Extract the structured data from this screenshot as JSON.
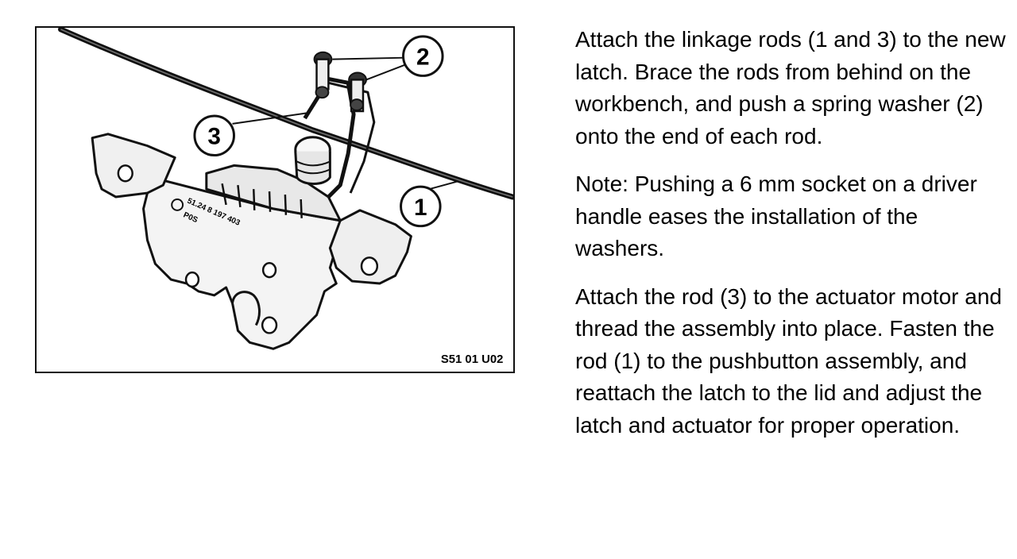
{
  "figure": {
    "callouts": {
      "rod_1": "1",
      "washers_2": "2",
      "rod_3": "3"
    },
    "part_stamp_line1": "51.24 8 197 403",
    "part_stamp_line2": "P0S",
    "figure_id": "S51 01 U02"
  },
  "instructions": {
    "step1": "Attach the linkage rods (1 and 3) to the new latch.  Brace the rods from behind on the workbench, and push a spring washer (2) onto the end of each rod.",
    "note": "Note: Pushing a 6 mm socket on a driver handle eases the installation of the washers.",
    "step2": "Attach the rod (3) to the actuator motor and thread the assembly into place.  Fasten the rod (1) to the pushbutton assembly, and reattach the latch to the lid and adjust the latch and actuator for proper operation."
  }
}
